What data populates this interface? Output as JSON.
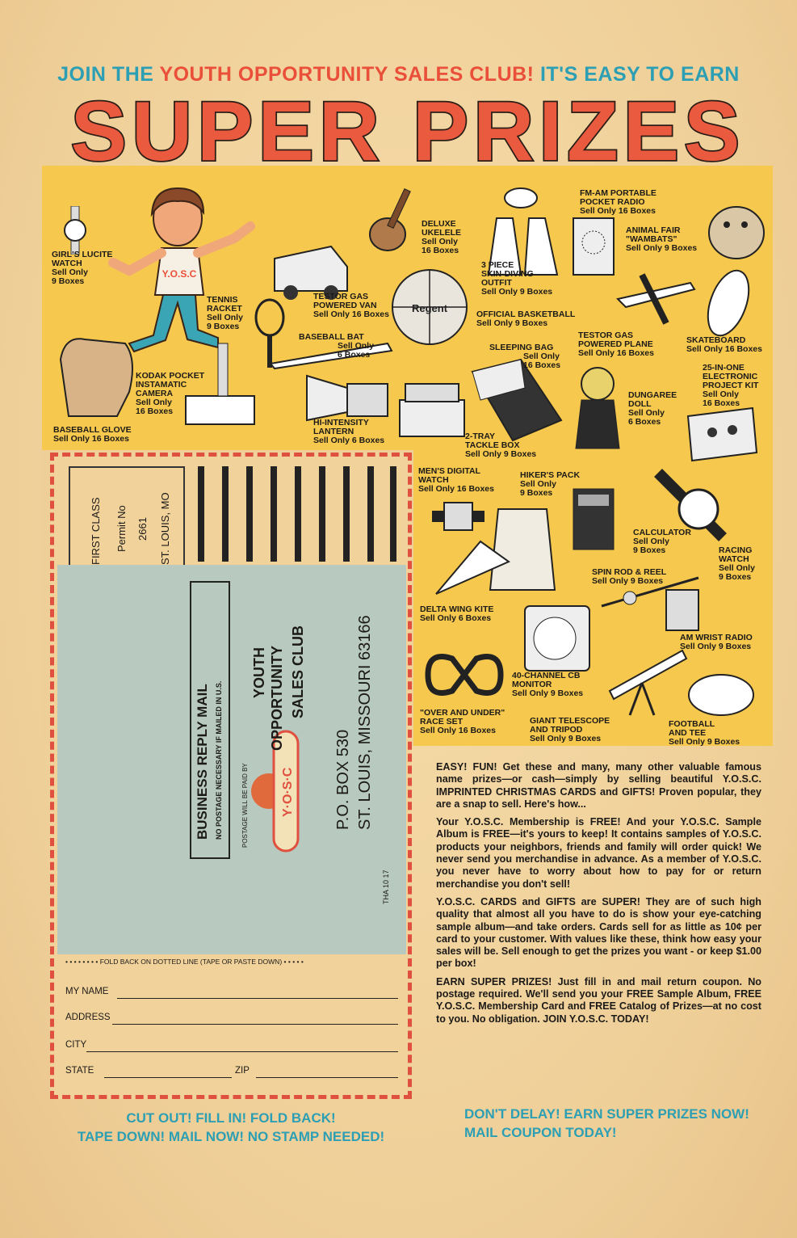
{
  "header": {
    "join": "JOIN THE",
    "club": "YOUTH OPPORTUNITY SALES CLUB!",
    "earn": "IT'S EASY TO EARN",
    "title": "SUPER PRIZES"
  },
  "mascot_badge": "Y.O.S.C",
  "prizes": [
    {
      "name": "GIRL'S LUCITE\nWATCH",
      "cost": "Sell Only\n9 Boxes"
    },
    {
      "name": "TENNIS\nRACKET",
      "cost": "Sell Only\n9 Boxes"
    },
    {
      "name": "TESTOR GAS\nPOWERED VAN",
      "cost": "Sell Only 16 Boxes"
    },
    {
      "name": "DELUXE\nUKELELE",
      "cost": "Sell Only\n16 Boxes"
    },
    {
      "name": "3 PIECE\nSKIN-DIVING\nOUTFIT",
      "cost": "Sell Only 9 Boxes"
    },
    {
      "name": "FM-AM PORTABLE\nPOCKET RADIO",
      "cost": "Sell Only 16 Boxes"
    },
    {
      "name": "ANIMAL FAIR\n\"WAMBATS\"",
      "cost": "Sell Only 9 Boxes"
    },
    {
      "name": "BASEBALL BAT",
      "cost": "Sell Only\n6 Boxes"
    },
    {
      "name": "OFFICIAL BASKETBALL",
      "cost": "Sell Only 9 Boxes"
    },
    {
      "name": "TESTOR GAS\nPOWERED PLANE",
      "cost": "Sell Only 16 Boxes"
    },
    {
      "name": "SKATEBOARD",
      "cost": "Sell Only 16 Boxes"
    },
    {
      "name": "SLEEPING BAG",
      "cost": "Sell Only\n16 Boxes"
    },
    {
      "name": "KODAK POCKET\nINSTAMATIC\nCAMERA",
      "cost": "Sell Only\n16 Boxes"
    },
    {
      "name": "BASEBALL GLOVE",
      "cost": "Sell Only 16 Boxes"
    },
    {
      "name": "HI-INTENSITY\nLANTERN",
      "cost": "Sell Only 6 Boxes"
    },
    {
      "name": "2-TRAY\nTACKLE BOX",
      "cost": "Sell Only 9 Boxes"
    },
    {
      "name": "DUNGAREE\nDOLL",
      "cost": "Sell Only\n6 Boxes"
    },
    {
      "name": "25-IN-ONE\nELECTRONIC\nPROJECT KIT",
      "cost": "Sell Only\n16 Boxes"
    },
    {
      "name": "MEN'S DIGITAL\nWATCH",
      "cost": "Sell Only 16 Boxes"
    },
    {
      "name": "HIKER'S PACK",
      "cost": "Sell Only\n9 Boxes"
    },
    {
      "name": "CALCULATOR",
      "cost": "Sell Only\n9 Boxes"
    },
    {
      "name": "RACING\nWATCH",
      "cost": "Sell Only\n9 Boxes"
    },
    {
      "name": "SPIN ROD & REEL",
      "cost": "Sell Only 9 Boxes"
    },
    {
      "name": "DELTA WING KITE",
      "cost": "Sell Only 6 Boxes"
    },
    {
      "name": "AM WRIST RADIO",
      "cost": "Sell Only 9 Boxes"
    },
    {
      "name": "40-CHANNEL CB\nMONITOR",
      "cost": "Sell Only 9 Boxes"
    },
    {
      "name": "\"OVER AND UNDER\"\nRACE SET",
      "cost": "Sell Only 16 Boxes"
    },
    {
      "name": "GIANT TELESCOPE\nAND TRIPOD",
      "cost": "Sell Only 9 Boxes"
    },
    {
      "name": "FOOTBALL\nAND TEE",
      "cost": "Sell Only 9 Boxes"
    }
  ],
  "coupon": {
    "first_class": "FIRST CLASS",
    "permit": "Permit No",
    "permit_no": "2661",
    "city": "ST. LOUIS, MO",
    "reply": "BUSINESS REPLY MAIL",
    "no_postage": "NO POSTAGE NECESSARY IF MAILED IN U.S.",
    "paid_by": "POSTAGE WILL BE PAID BY",
    "logo": "Y·O·S·C",
    "club_1": "YOUTH",
    "club_2": "OPPORTUNITY",
    "club_3": "SALES CLUB",
    "box": "P.O. BOX 530",
    "address": "ST. LOUIS, MISSOURI 63166",
    "code": "THA 10 17",
    "fold": "FOLD BACK ON DOTTED LINE (TAPE OR PASTE DOWN)",
    "name_label": "MY NAME",
    "address_label": "ADDRESS",
    "city_label": "CITY",
    "state_label": "STATE",
    "zip_label": "ZIP"
  },
  "copy": {
    "p1": "EASY! FUN! Get these and many, many other valuable famous name prizes—or cash—simply by selling beautiful Y.O.S.C. IMPRINTED CHRISTMAS CARDS and GIFTS! Proven popular, they are a snap to sell. Here's how...",
    "p2": "Your Y.O.S.C. Membership is FREE! And your Y.O.S.C. Sample Album is FREE—it's yours to keep! It contains samples of Y.O.S.C. products your neighbors, friends and family will order quick! We never send you merchandise in advance. As a member of Y.O.S.C. you never have to worry about how to pay for or return merchandise you don't sell!",
    "p3": "Y.O.S.C. CARDS and GIFTS are SUPER! They are of such high quality that almost all you have to do is show your eye-catching sample album—and take orders. Cards sell for as little as 10¢ per card to your customer. With values like these, think how easy your sales will be. Sell enough to get the prizes you want - or keep $1.00 per box!",
    "p4": "EARN SUPER PRIZES! Just fill in and mail return coupon. No postage required. We'll send you your FREE Sample Album, FREE Y.O.S.C. Membership Card and FREE Catalog of Prizes—at no cost to you. No obligation. JOIN Y.O.S.C. TODAY!"
  },
  "cta": {
    "left_1": "CUT OUT!  FILL IN!  FOLD BACK!",
    "left_2": "TAPE DOWN!  MAIL NOW!  NO STAMP NEEDED!",
    "right_1": "DON'T DELAY! EARN SUPER PRIZES NOW!",
    "right_2": "MAIL COUPON TODAY!"
  },
  "colors": {
    "teal": "#2d9fb4",
    "red": "#ea4f3a",
    "yellow": "#f6c84d",
    "paper": "#f3d7a4",
    "mailgray": "#b8c9bf"
  }
}
